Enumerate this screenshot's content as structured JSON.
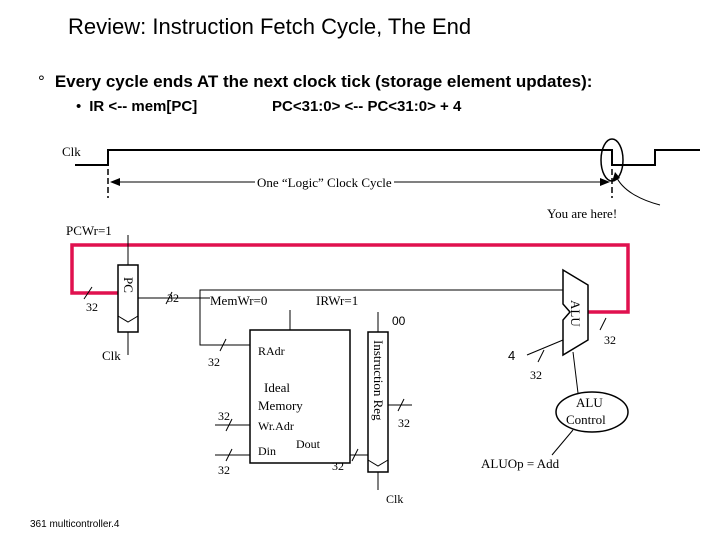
{
  "slide": {
    "title": "Review: Instruction Fetch Cycle, The End",
    "bullets": [
      {
        "marker": "°",
        "text": "Every cycle ends AT the next clock tick (storage element updates):"
      },
      {
        "marker": "•",
        "text": "IR <-- mem[PC]"
      }
    ],
    "bullet_extra": "PC<31:0>  <-- PC<31:0> + 4",
    "footer": "361 multicontroller.4"
  },
  "timing": {
    "clock_label": "Clk",
    "cycle_label": "One “Logic” Clock Cycle",
    "you_are_here": "You are here!"
  },
  "datapath": {
    "pcwr": "PCWr=1",
    "pc_label": "PC",
    "pc_in_width": "32",
    "pc_out_width": "32",
    "pc_clk": "Clk",
    "memwr": "MemWr=0",
    "irwr": "IRWr=1",
    "mem_radr": "RAdr",
    "mem_title_1": "Ideal",
    "mem_title_2": "Memory",
    "mem_wradr": "Wr.Adr",
    "mem_din": "Din",
    "mem_dout": "Dout",
    "mem_in_width_1": "32",
    "mem_in_width_2": "32",
    "mem_in_width_3": "32",
    "dout_width": "32",
    "ir_label": "Instruction Reg",
    "ir_out_width": "32",
    "ir_clk": "Clk",
    "alu_label": "ALU",
    "alu_sel": "00",
    "alu_const": "4",
    "alu_b_width": "32",
    "alu_out_width": "32",
    "alu_control_1": "ALU",
    "alu_control_2": "Control",
    "aluop": "ALUOp = Add"
  },
  "colors": {
    "feedback_wire": "#e0114f"
  }
}
